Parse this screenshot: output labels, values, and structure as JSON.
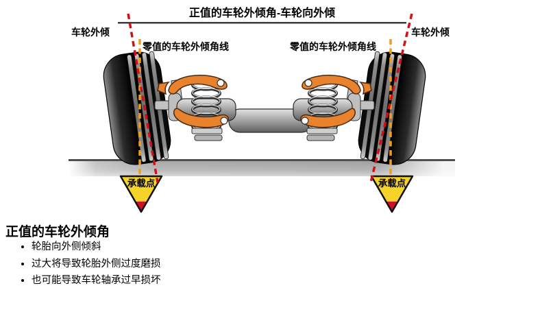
{
  "diagram": {
    "title": "正值的车轮外倾角-车轮向外倾",
    "labels": {
      "left_camber": "车轮外倾",
      "right_camber": "车轮外倾",
      "left_zero_line": "零值的车轮外倾角线",
      "right_zero_line": "零值的车轮外倾角线",
      "left_load_point": "承载点",
      "right_load_point": "承载点"
    },
    "colors": {
      "red_dash": "#d40f17",
      "orange_dash": "#f09d1e",
      "triangle_yellow": "#f6d32b",
      "triangle_tip_red": "#ce1126",
      "arm_orange": "#e8822d",
      "line_dark": "#3c3c3c"
    }
  },
  "notes": {
    "heading": "正值的车轮外倾角",
    "bullets": [
      "轮胎向外侧倾斜",
      "过大将导致轮胎外侧过度磨损",
      "也可能导致车轮轴承过早损坏"
    ]
  }
}
